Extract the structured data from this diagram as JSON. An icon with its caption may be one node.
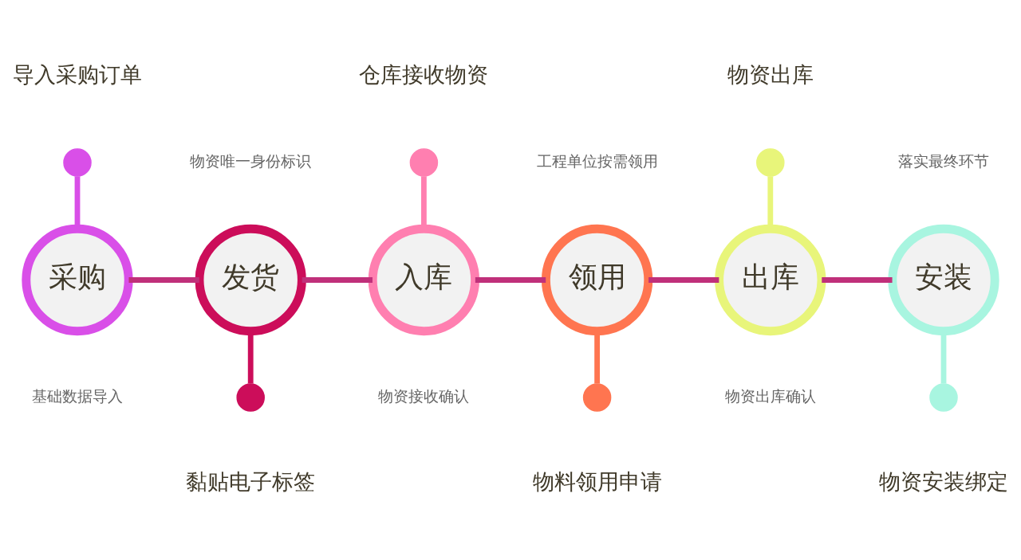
{
  "diagram": {
    "nodes": [
      {
        "text": [
          "采购"
        ],
        "beside": [
          "基础数据导入"
        ]
      },
      {
        "text": [
          "发货"
        ],
        "beside": [
          "物资唯一身份标识"
        ]
      },
      {
        "text": [
          "入库"
        ],
        "beside": [
          "物资接收确认"
        ]
      },
      {
        "text": [
          "领用"
        ],
        "beside": [
          "工程单位按需领用"
        ]
      },
      {
        "text": [
          "出库"
        ],
        "beside": [
          "物资出库确认"
        ]
      },
      {
        "text": [
          "安装"
        ],
        "beside": [
          "落实最终环节"
        ]
      },
      {
        "text": [],
        "shape": "circle",
        "beside": [
          "导入采购订单"
        ]
      },
      {
        "text": [],
        "shape": "circle",
        "beside": [
          "黏贴电子标签"
        ]
      },
      {
        "text": [],
        "shape": "circle",
        "beside": [
          "仓库接收物资"
        ]
      },
      {
        "text": [],
        "shape": "circle",
        "beside": [
          "物料领用申请"
        ]
      },
      {
        "text": [],
        "shape": "circle",
        "beside": [
          "物资出库"
        ]
      },
      {
        "text": [],
        "shape": "circle",
        "beside": [
          "物资安装绑定"
        ]
      }
    ],
    "edges": [
      {
        "from": 0,
        "to": 1,
        "arrow": "none"
      },
      {
        "from": 1,
        "to": 2,
        "arrow": "none"
      },
      {
        "from": 2,
        "to": 3,
        "arrow": "none"
      },
      {
        "from": 3,
        "to": 4,
        "arrow": "none"
      },
      {
        "from": 4,
        "to": 5,
        "arrow": "none"
      },
      {
        "from": 6,
        "to": 0,
        "arrow": "none",
        "color": "#d94fe8"
      },
      {
        "from": 1,
        "to": 7,
        "arrow": "none",
        "color": "#cc0d5a"
      },
      {
        "from": 8,
        "to": 2,
        "arrow": "none",
        "color": "#ff7fb0"
      },
      {
        "from": 3,
        "to": 9,
        "arrow": "none",
        "color": "#ff7550"
      },
      {
        "from": 10,
        "to": 4,
        "arrow": "none",
        "color": "#e8f57a"
      },
      {
        "from": 5,
        "to": 11,
        "arrow": "none",
        "color": "#a8f5e0"
      }
    ]
  }
}
